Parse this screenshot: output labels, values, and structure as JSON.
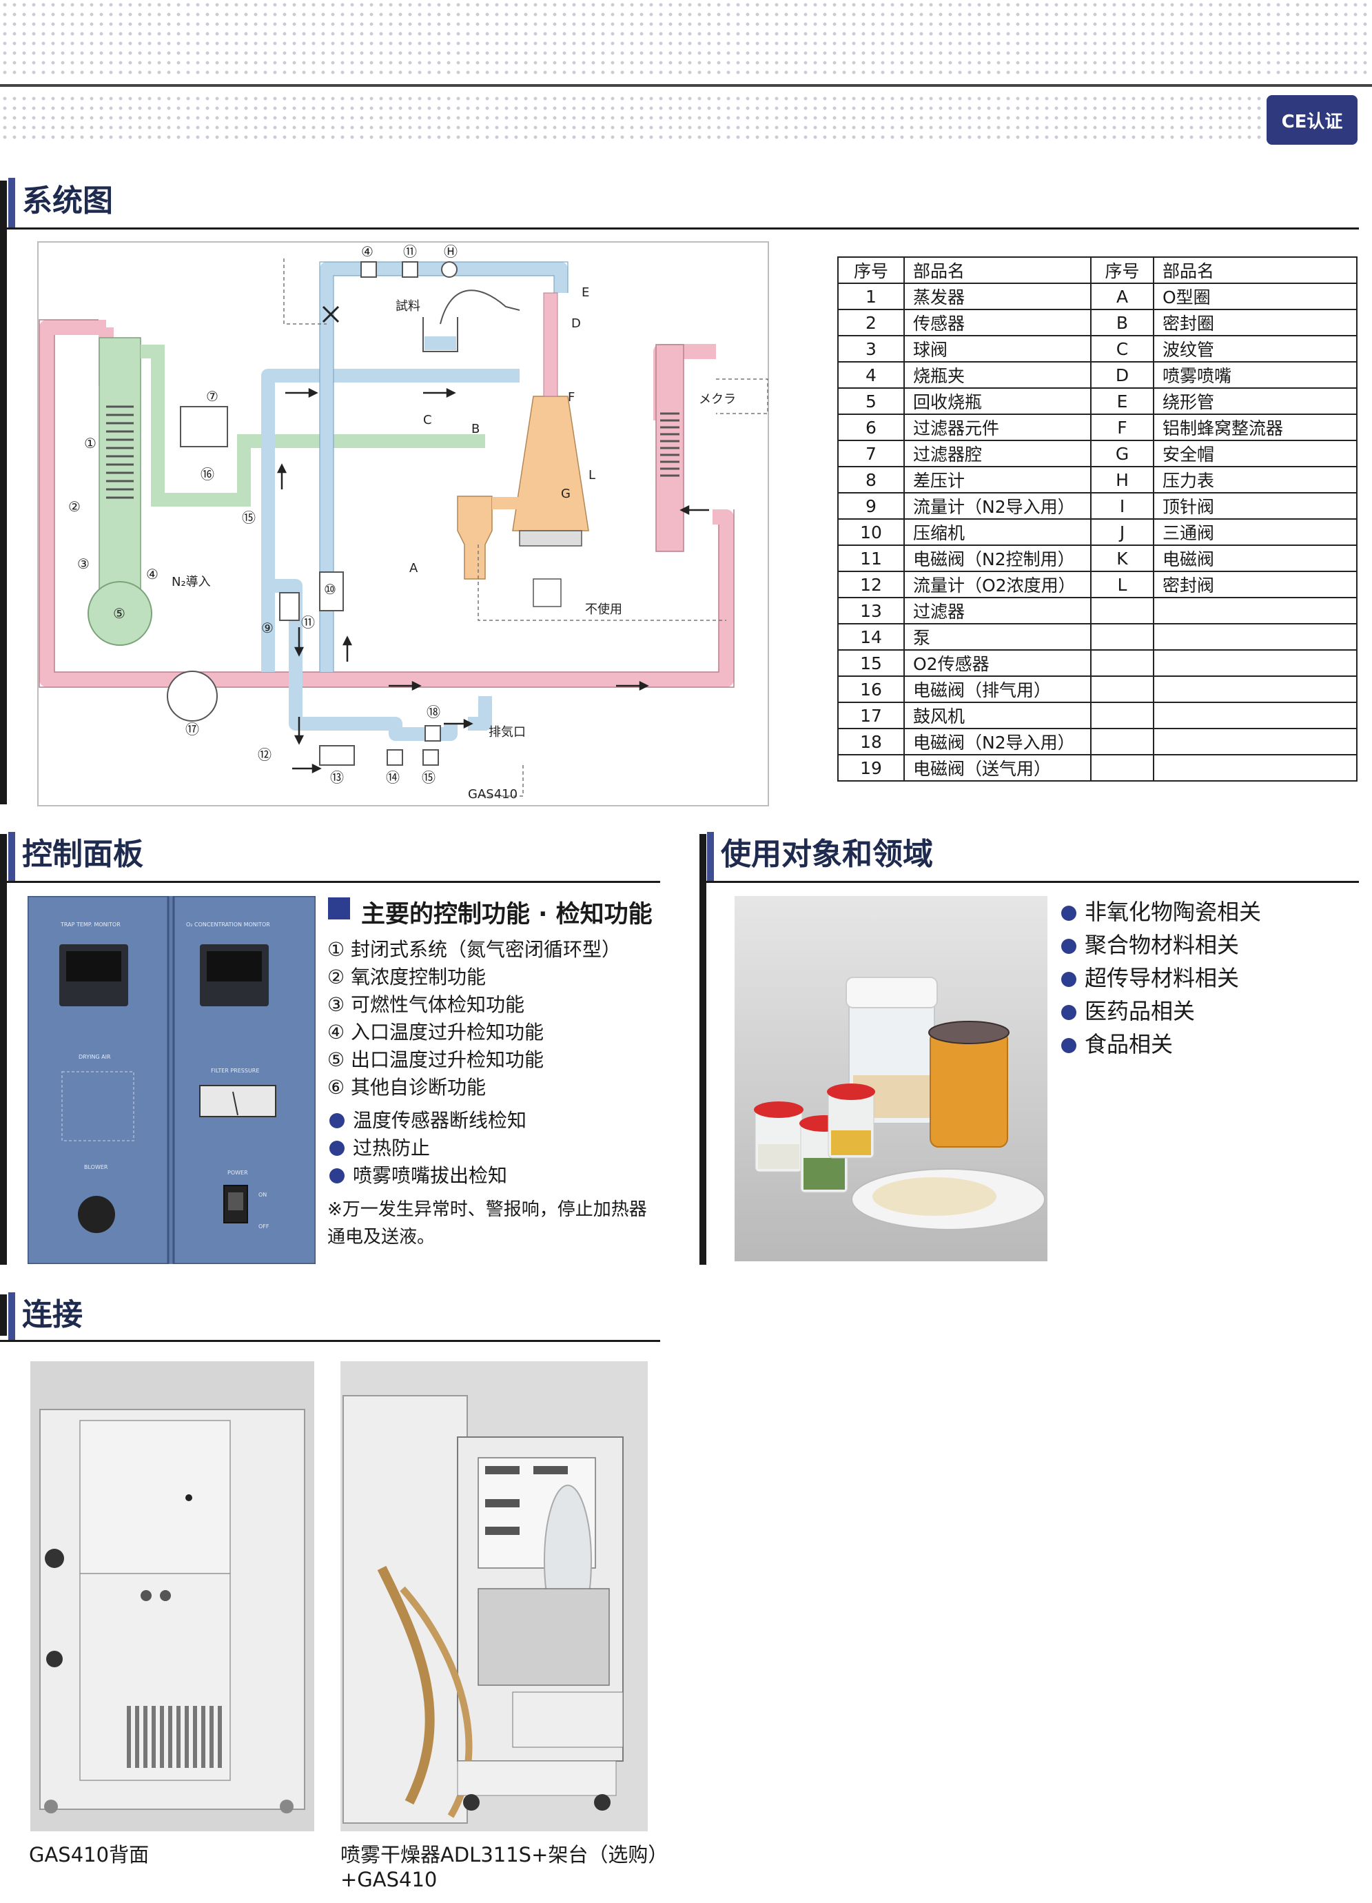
{
  "badge": "CE认证",
  "sections": {
    "system": "系统图",
    "panel": "控制面板",
    "usage": "使用对象和领域",
    "connection": "连接"
  },
  "diagram": {
    "labels": {
      "sample": "試料",
      "camera": "メクラ",
      "n2_in": "N₂導入",
      "unused": "不使用",
      "exhaust": "排気口",
      "model": "GAS410"
    },
    "markers_top": [
      "④",
      "⑪",
      "Ⓗ"
    ],
    "markers_left": [
      "①",
      "②",
      "③",
      "④",
      "⑤",
      "⑦",
      "⑮",
      "⑯"
    ],
    "markers_mid": [
      "⑨",
      "⑪",
      "⑩",
      "⑰",
      "⑫",
      "⑬",
      "⑭",
      "⑮",
      "⑱"
    ],
    "letters": [
      "A",
      "B",
      "C",
      "D",
      "E",
      "F",
      "G",
      "L"
    ]
  },
  "parts_table": {
    "headers": [
      "序号",
      "部品名",
      "序号",
      "部品名"
    ],
    "rows": [
      [
        "1",
        "蒸发器",
        "A",
        "O型圈"
      ],
      [
        "2",
        "传感器",
        "B",
        "密封圈"
      ],
      [
        "3",
        "球阀",
        "C",
        "波纹管"
      ],
      [
        "4",
        "烧瓶夹",
        "D",
        "喷雾喷嘴"
      ],
      [
        "5",
        "回收烧瓶",
        "E",
        "绕形管"
      ],
      [
        "6",
        "过滤器元件",
        "F",
        "铝制蜂窝整流器"
      ],
      [
        "7",
        "过滤器腔",
        "G",
        "安全帽"
      ],
      [
        "8",
        "差压计",
        "H",
        "压力表"
      ],
      [
        "9",
        "流量计（N2导入用）",
        "I",
        "顶针阀"
      ],
      [
        "10",
        "压缩机",
        "J",
        "三通阀"
      ],
      [
        "11",
        "电磁阀（N2控制用）",
        "K",
        "电磁阀"
      ],
      [
        "12",
        "流量计（O2浓度用）",
        "L",
        "密封阀"
      ],
      [
        "13",
        "过滤器",
        "",
        ""
      ],
      [
        "14",
        "泵",
        "",
        ""
      ],
      [
        "15",
        "O2传感器",
        "",
        ""
      ],
      [
        "16",
        "电磁阀（排气用）",
        "",
        ""
      ],
      [
        "17",
        "鼓风机",
        "",
        ""
      ],
      [
        "18",
        "电磁阀（N2导入用）",
        "",
        ""
      ],
      [
        "19",
        "电磁阀（送气用）",
        "",
        ""
      ]
    ]
  },
  "panel_photo": {
    "left_title": "TRAP TEMP. MONITOR",
    "right_title": "O₂ CONCENTRATION MONITOR",
    "drying_air": "DRYING AIR",
    "filter_pressure": "FILTER PRESSURE",
    "blower": "BLOWER",
    "power": "POWER",
    "on": "ON",
    "off": "OFF"
  },
  "functions": {
    "heading": "主要的控制功能 · 检知功能",
    "numbered": [
      "① 封闭式系统（氮气密闭循环型）",
      "② 氧浓度控制功能",
      "③ 可燃性气体检知功能",
      "④ 入口温度过升检知功能",
      "⑤ 出口温度过升检知功能",
      "⑥ 其他自诊断功能"
    ],
    "bullets": [
      "温度传感器断线检知",
      "过热防止",
      "喷雾喷嘴拔出检知"
    ],
    "note_line1": "※万一发生异常时、警报响，停止加热器",
    "note_line2": "通电及送液。"
  },
  "usage_fields": [
    "非氧化物陶瓷相关",
    "聚合物材料相关",
    "超传导材料相关",
    "医药品相关",
    "食品相关"
  ],
  "connection": {
    "caption_left": "GAS410背面",
    "caption_right_line1": "喷雾干燥器ADL311S+架台（选购）",
    "caption_right_line2": "+GAS410"
  },
  "colors": {
    "accent": "#3f4d93",
    "pink_pipe": "#f2b9c7",
    "blue_pipe": "#bcd8ea",
    "green_pipe": "#bfe0bf",
    "panel_blue": "#5f7bab"
  }
}
